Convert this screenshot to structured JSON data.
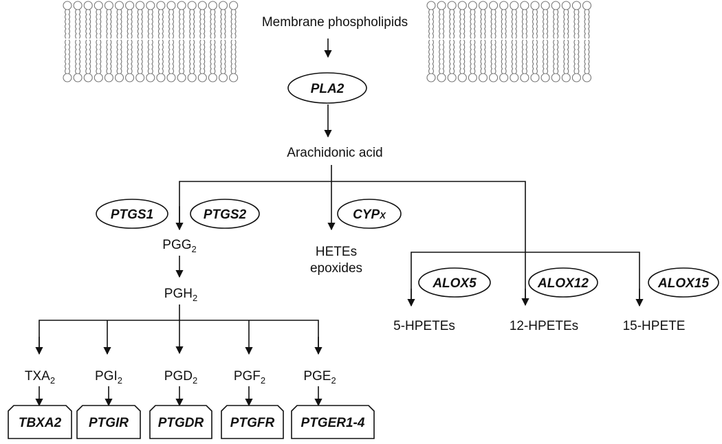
{
  "membrane": {
    "label": "Membrane phospholipids"
  },
  "enzymes": {
    "pla2": "PLA2",
    "ptgs1": "PTGS1",
    "ptgs2": "PTGS2",
    "cyp_main": "CYP",
    "cyp_sub": "X",
    "alox5": "ALOX5",
    "alox12": "ALOX12",
    "alox15": "ALOX15"
  },
  "metabolites": {
    "arachidonic_acid": "Arachidonic acid",
    "pgg_main": "PGG",
    "pgg_sub": "2",
    "pgh_main": "PGH",
    "pgh_sub": "2",
    "hetes": "HETEs",
    "epoxides": "epoxides",
    "hpete5": "5-HPETEs",
    "hpete12": "12-HPETEs",
    "hpete15": "15-HPETE",
    "txa_main": "TXA",
    "txa_sub": "2",
    "pgi_main": "PGI",
    "pgi_sub": "2",
    "pgd_main": "PGD",
    "pgd_sub": "2",
    "pgf_main": "PGF",
    "pgf_sub": "2",
    "pge_main": "PGE",
    "pge_sub": "2"
  },
  "receptors": {
    "tbxa2": "TBXA2",
    "ptgir": "PTGIR",
    "ptgdr": "PTGDR",
    "ptgfr": "PTGFR",
    "ptger": "PTGER1-4"
  }
}
